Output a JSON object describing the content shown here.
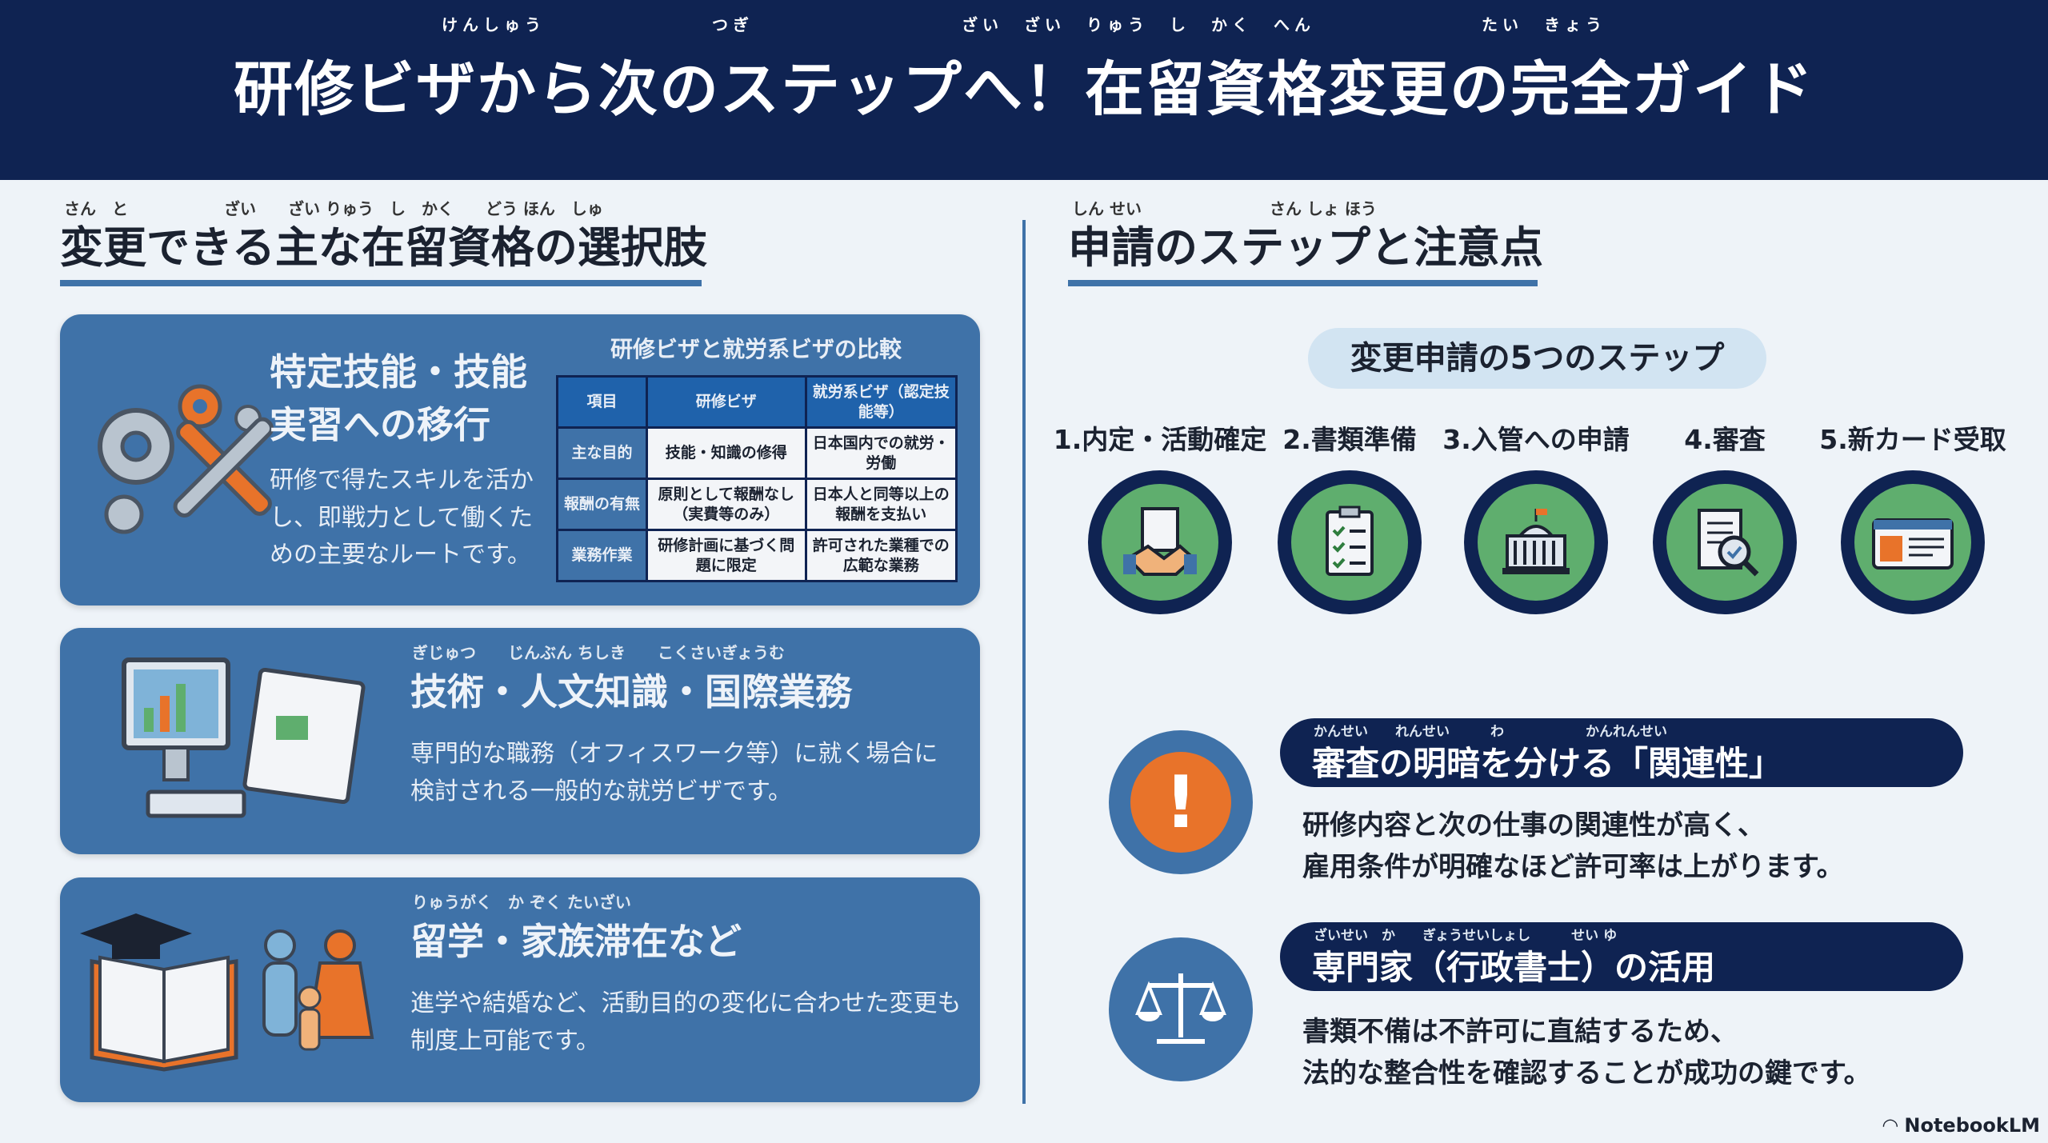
{
  "header": {
    "title": "研修ビザから次のステップへ！在留資格変更の完全ガイド",
    "furigana": "けんしゅう　　　　　　　　つぎ　　　　　　　　　　ざい　ざい　りゅう　し　かく　へん　　　　　　　　たい　きょう"
  },
  "left": {
    "heading": "変更できる主な在留資格の選択肢",
    "heading_furigana": "さん　と　　　　　　ざい　　ざい りゅう　し　かく　　どう ほん　しゅ",
    "cards": [
      {
        "title_line1": "特定技能・技能",
        "title_line2": "実習への移行",
        "text": "研修で得たスキルを活かし、即戦力として働くための主要なルートです。",
        "table": {
          "caption": "研修ビザと就労系ビザの比較",
          "headers": [
            "項目",
            "研修ビザ",
            "就労系ビザ（認定技能等）"
          ],
          "rows": [
            [
              "主な目的",
              "技能・知識の修得",
              "日本国内での就労・労働"
            ],
            [
              "報酬の有無",
              "原則として報酬なし（実費等のみ）",
              "日本人と同等以上の報酬を支払い"
            ],
            [
              "業務作業",
              "研修計画に基づく問題に限定",
              "許可された業種での広範な業務"
            ]
          ]
        }
      },
      {
        "title": "技術・人文知識・国際業務",
        "title_furigana": "ぎじゅつ　　じんぶん ちしき　　こくさいぎょうむ",
        "text": "専門的な職務（オフィスワーク等）に就く場合に検討される一般的な就労ビザです。"
      },
      {
        "title": "留学・家族滞在など",
        "title_furigana": "りゅうがく　か ぞく たいざい",
        "text": "進学や結婚など、活動目的の変化に合わせた変更も制度上可能です。"
      }
    ]
  },
  "right": {
    "heading": "申請のステップと注意点",
    "heading_furigana": "しん せい　　　　　　　　さん しょ ほう",
    "steps_title": "変更申請の5つのステップ",
    "steps": [
      {
        "label": "1.内定・活動確定",
        "icon": "handshake-document-icon"
      },
      {
        "label": "2.書類準備",
        "icon": "checklist-icon"
      },
      {
        "label": "3.入管への申請",
        "icon": "government-building-icon"
      },
      {
        "label": "4.審査",
        "icon": "document-magnifier-icon"
      },
      {
        "label": "5.新カード受取",
        "icon": "residence-card-icon"
      }
    ],
    "points": [
      {
        "title": "審査の明暗を分ける「関連性」",
        "furigana": "かんせい　　れんせい　　　わ　　　　　　かんれんせい",
        "line1": "研修内容と次の仕事の関連性が高く、",
        "line2": "雇用条件が明確なほど許可率は上がります。",
        "icon": "exclamation-icon"
      },
      {
        "title": "専門家（行政書士）の活用",
        "furigana": "ざいせい　か　　ぎょうせいしょし　　　せい ゆ",
        "line1": "書類不備は不許可に直結するため、",
        "line2": "法的な整合性を確認することが成功の鍵です。",
        "icon": "scales-icon"
      }
    ]
  },
  "watermark": "NotebookLM",
  "colors": {
    "navy": "#0f2352",
    "card_blue": "#3f72a8",
    "green": "#5fae6e",
    "orange": "#e8732a"
  }
}
